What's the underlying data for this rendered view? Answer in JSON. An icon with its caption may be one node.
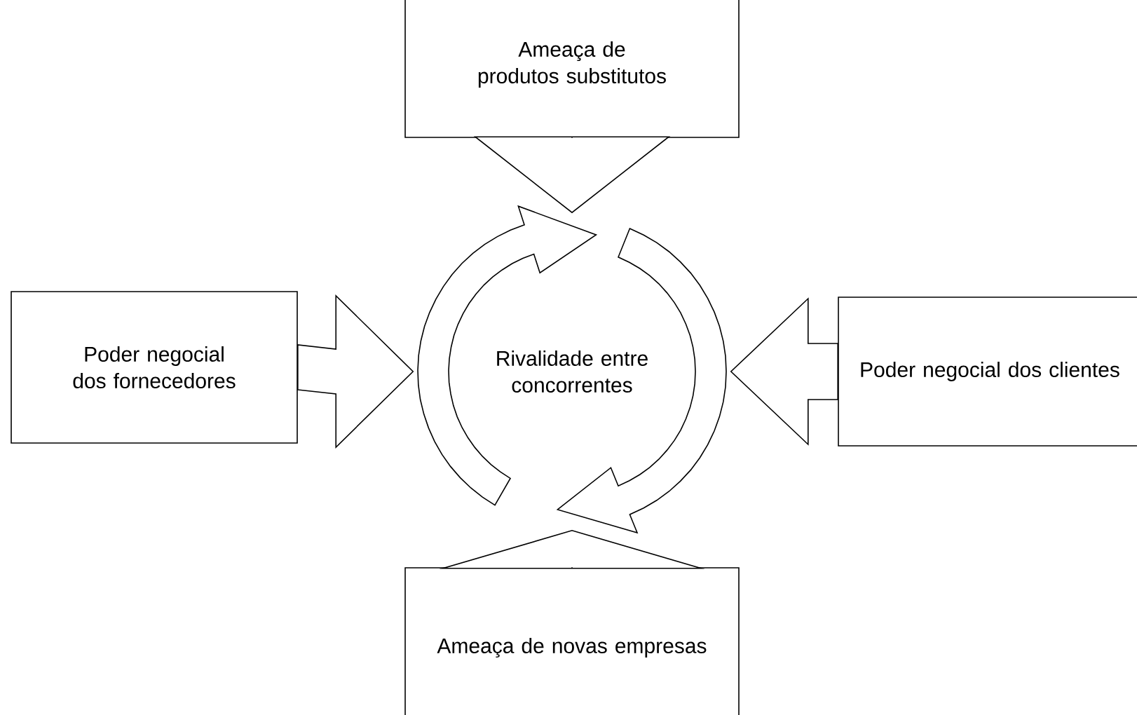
{
  "diagram": {
    "nodes": [
      {
        "text": [
          "Ameaça de produtos substitutos"
        ]
      },
      {
        "text": [
          "Poder negocial dos fornecedores"
        ]
      },
      {
        "text": [
          "Rivalidade entre concorrentes"
        ]
      },
      {
        "text": [
          "Poder negocial dos clientes"
        ]
      },
      {
        "text": [
          "Ameaça de novas empresas"
        ]
      }
    ],
    "edges": [
      {
        "from": 0,
        "to": 2,
        "arrow": "to"
      },
      {
        "from": 1,
        "to": 2,
        "arrow": "to"
      },
      {
        "from": 3,
        "to": 2,
        "arrow": "to"
      },
      {
        "from": 4,
        "to": 2,
        "arrow": "to"
      }
    ]
  }
}
